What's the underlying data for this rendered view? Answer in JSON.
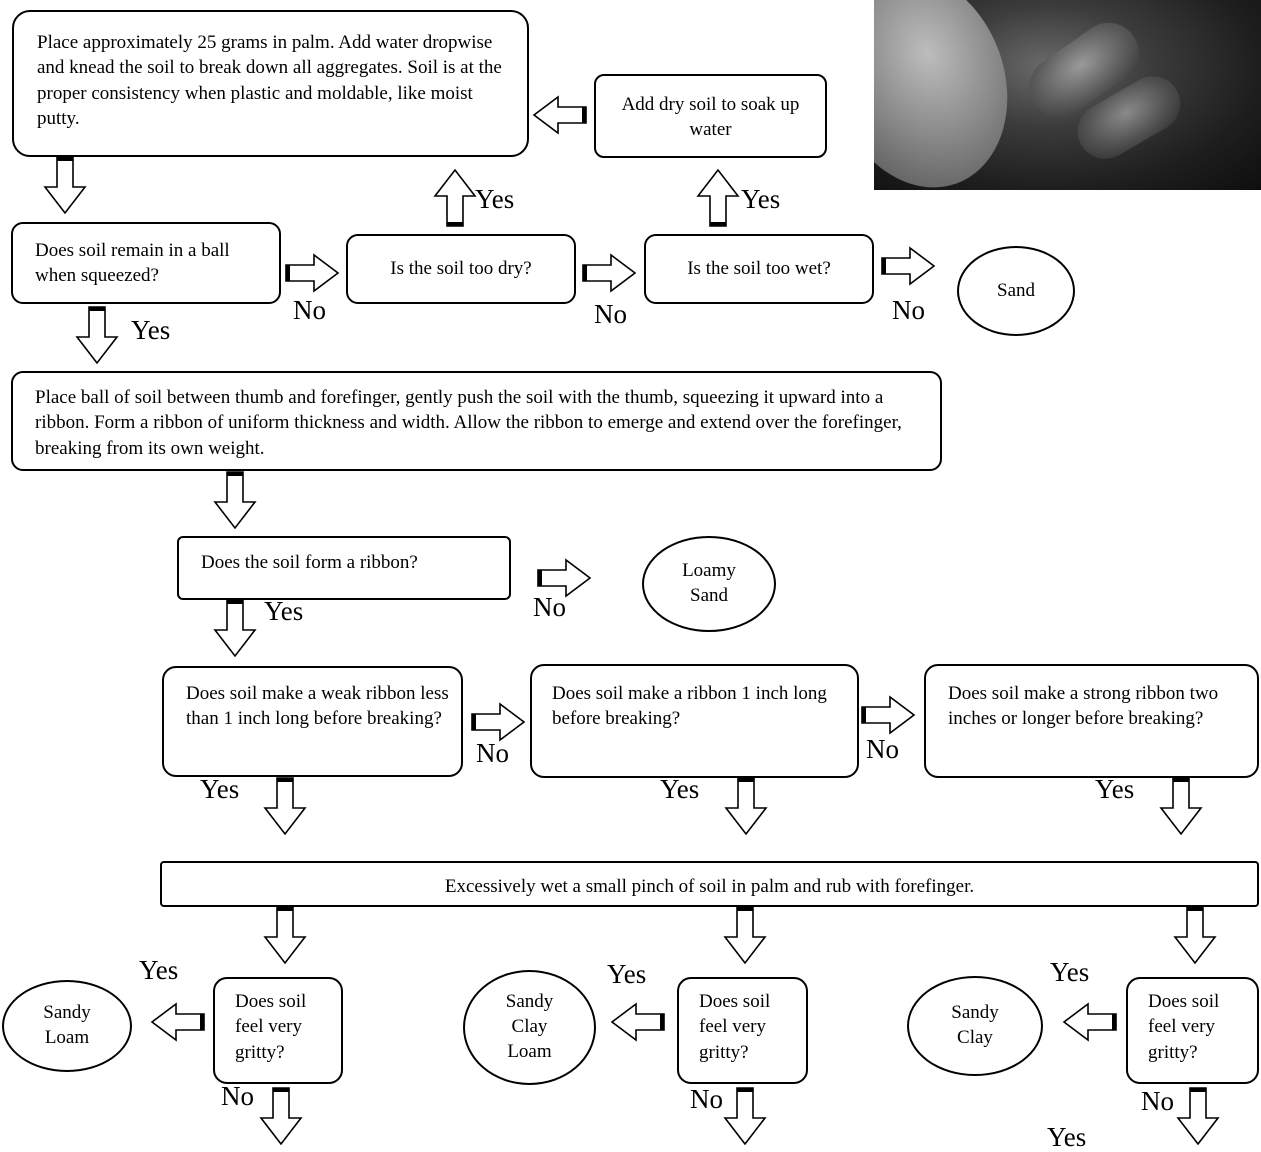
{
  "boxes": {
    "knead": "Place approximately 25 grams in palm.  Add water dropwise and knead the soil to break down all aggregates.  Soil is at the proper consistency when plastic and moldable, like moist putty.",
    "add_dry": "Add dry soil to soak up water",
    "ball_question": "Does soil remain in a ball when squeezed?",
    "too_dry": "Is the soil too dry?",
    "too_wet": "Is the soil too wet?",
    "ribbon_instructions": "Place ball of soil between thumb and forefinger, gently push the soil with the thumb, squeezing it upward into a ribbon.  Form a ribbon of uniform thickness and width. Allow the ribbon to emerge and extend over the forefinger, breaking from its own weight.",
    "form_ribbon": "Does the soil form a ribbon?",
    "weak_ribbon": "Does soil make a weak ribbon less than 1 inch long before breaking?",
    "ribbon_1inch": "Does soil make a ribbon 1 inch long before breaking?",
    "strong_ribbon": "Does soil make a strong ribbon two inches or longer before breaking?",
    "wet_pinch": "Excessively wet a small pinch of soil in palm and rub with forefinger.",
    "gritty_1": "Does soil feel very gritty?",
    "gritty_2": "Does soil feel very gritty?",
    "gritty_3": "Does soil feel very gritty?"
  },
  "results": {
    "sand": "Sand",
    "loamy_sand": "Loamy Sand",
    "sandy_loam": "Sandy Loam",
    "sandy_clay_loam": "Sandy Clay Loam",
    "sandy_clay": "Sandy Clay"
  },
  "labels": {
    "yes_too_dry": "Yes",
    "yes_too_wet": "Yes",
    "no_ball": "No",
    "no_too_dry": "No",
    "no_too_wet": "No",
    "yes_ball": "Yes",
    "yes_form_ribbon": "Yes",
    "no_form_ribbon": "No",
    "no_weak": "No",
    "no_1inch": "No",
    "yes_weak": "Yes",
    "yes_1inch": "Yes",
    "yes_strong": "Yes",
    "yes_gritty_1": "Yes",
    "yes_gritty_2": "Yes",
    "yes_gritty_3": "Yes",
    "no_gritty_1": "No",
    "no_gritty_2": "No",
    "no_gritty_3": "No",
    "yes_bottom": "Yes"
  }
}
